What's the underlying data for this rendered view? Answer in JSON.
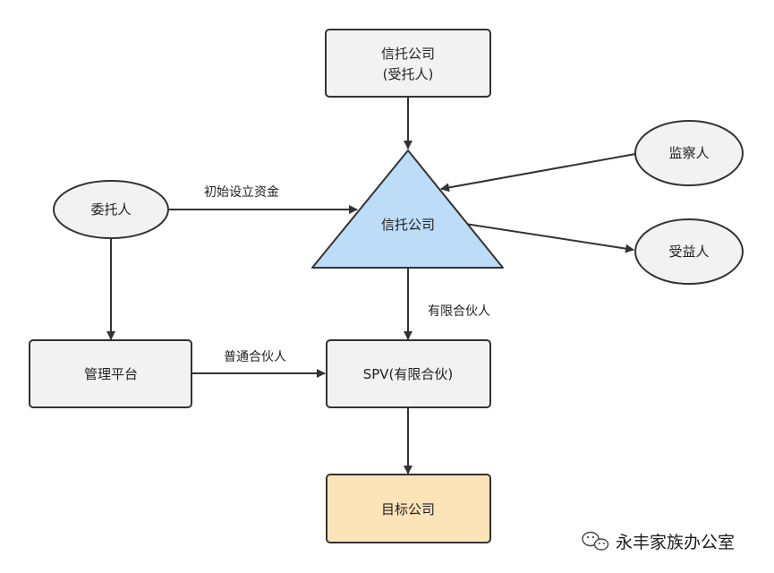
{
  "nodes": {
    "trust_company_top": {
      "line1": "信托公司",
      "line2": "(受托人)"
    },
    "trust_company_center": {
      "label": "信托公司"
    },
    "settlor": {
      "label": "委托人"
    },
    "supervisor": {
      "label": "监察人"
    },
    "beneficiary": {
      "label": "受益人"
    },
    "management_platform": {
      "label": "管理平台"
    },
    "spv": {
      "label": "SPV(有限合伙)"
    },
    "target_company": {
      "label": "目标公司"
    }
  },
  "edges": {
    "initial_funding": "初始设立资金",
    "limited_partner": "有限合伙人",
    "general_partner": "普通合伙人"
  },
  "watermark": {
    "text": "永丰家族办公室",
    "icon": "wechat-icon"
  },
  "colors": {
    "node_fill": "#f2f2f2",
    "node_stroke": "#333333",
    "triangle_fill": "#bcdcf8",
    "target_fill": "#fde3b8",
    "arrow": "#333333"
  }
}
